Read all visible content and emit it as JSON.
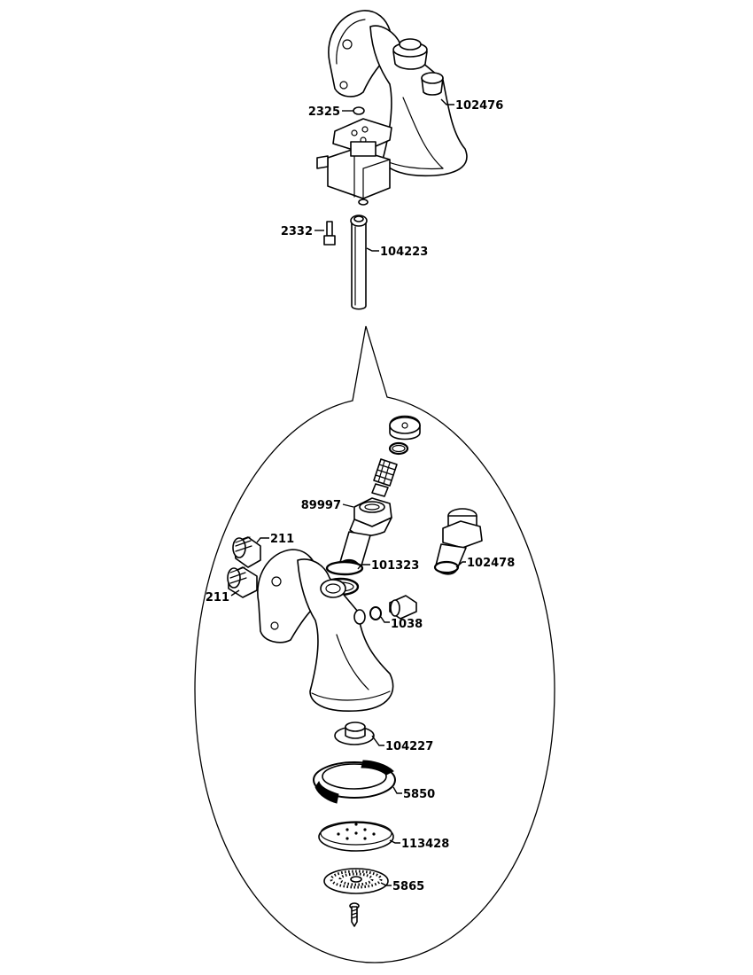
{
  "labels": {
    "p102476": "102476",
    "p2325": "2325",
    "p2332": "2332",
    "p104223": "104223",
    "p89997": "89997",
    "p211a": "211",
    "p211b": "211",
    "p101323": "101323",
    "p102478": "102478",
    "p1038": "1038",
    "p104227": "104227",
    "p5850": "5850",
    "p113428": "113428",
    "p5865": "5865"
  }
}
